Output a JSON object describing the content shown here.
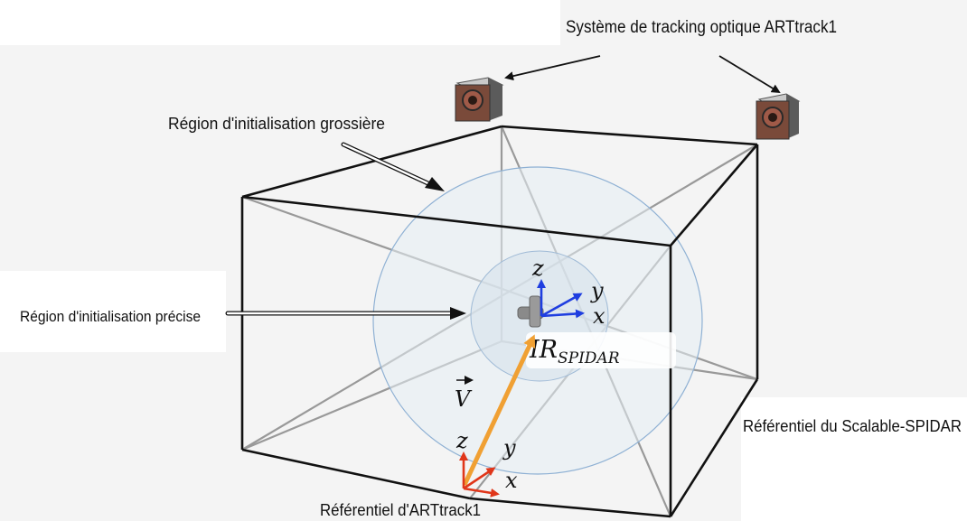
{
  "labels": {
    "tracking_system": "Système de tracking optique ARTtrack1",
    "coarse_region": "Région d'initialisation grossière",
    "precise_region": "Région d'initialisation précise",
    "scalable_frame": "Référentiel du Scalable-SPIDAR",
    "art_frame": "Référentiel d'ARTtrack1"
  },
  "math": {
    "spidar_axis_z": "z",
    "spidar_axis_y": "y",
    "spidar_axis_x": "x",
    "spidar_frame_main": "IR",
    "spidar_frame_sub": "SPIDAR",
    "vector_label": "V",
    "art_axis_z": "z",
    "art_axis_y": "y",
    "art_axis_x": "x"
  },
  "colors": {
    "spidar_axes": "#1f3ee0",
    "art_axes": "#e0361a",
    "vector": "#f0a033",
    "sphere_fill": "#e6eef4",
    "sphere_stroke": "#8fb1d4"
  }
}
